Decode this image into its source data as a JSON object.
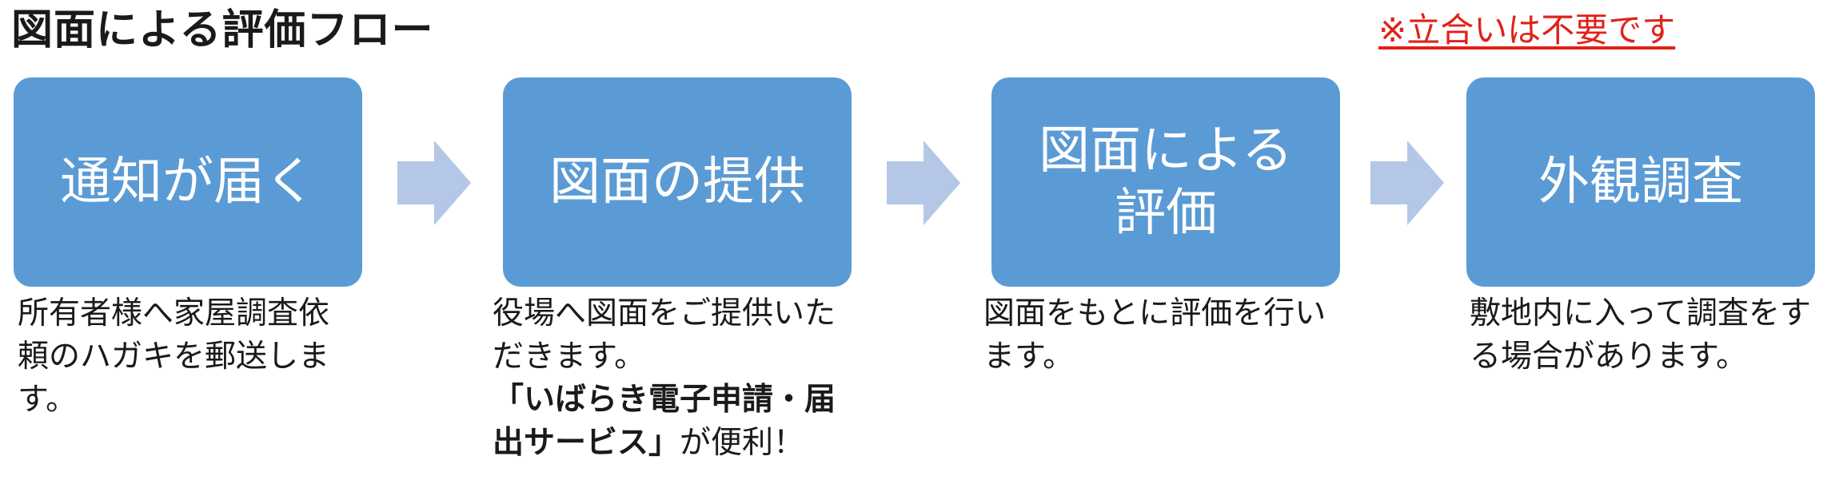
{
  "title": "図面による評価フロー",
  "note": "※立合いは不要です",
  "colors": {
    "box": "#5b9bd5",
    "arrow": "#b4c7e7",
    "note": "#e0221a"
  },
  "steps": [
    {
      "label": "通知が届く",
      "description": "所有者様へ家屋調査依\n頼のハガキを郵送しま\nす。"
    },
    {
      "label": "図面の提供",
      "description": "役場へ図面をご提供いた\nだきます。",
      "highlight": "「いばらき電子申請・届\n出サービス」",
      "highlight_suffix": "が便利！"
    },
    {
      "label": "図面による\n評価",
      "description": "図面をもとに評価を行い\nます。"
    },
    {
      "label": "外観調査",
      "description": "敷地内に入って調査をす\nる場合があります。"
    }
  ]
}
